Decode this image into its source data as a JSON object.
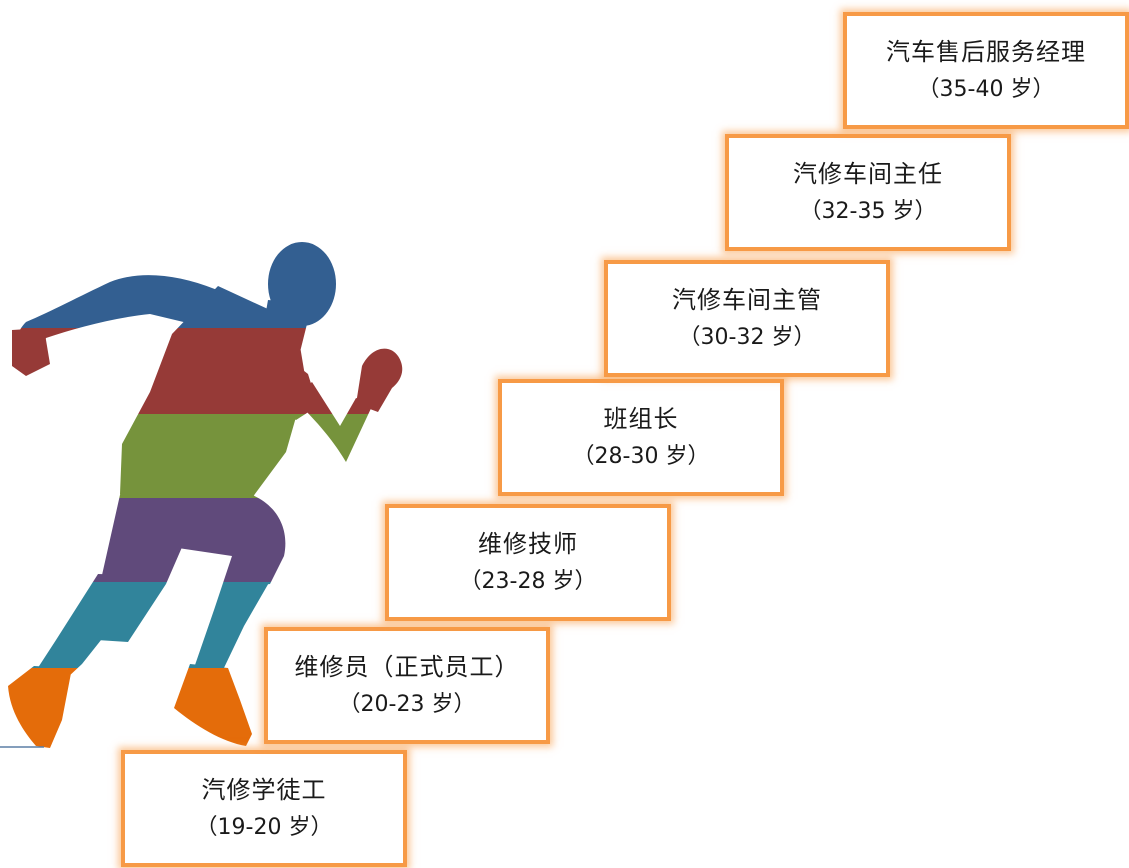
{
  "steps": [
    {
      "title": "汽修学徒工",
      "age": "（19-20 岁）"
    },
    {
      "title": "维修员（正式员工）",
      "age": "（20-23 岁）"
    },
    {
      "title": "维修技师",
      "age": "（23-28 岁）"
    },
    {
      "title": "班组长",
      "age": "（28-30 岁）"
    },
    {
      "title": "汽修车间主管",
      "age": "（30-32 岁）"
    },
    {
      "title": "汽修车间主任",
      "age": "（32-35 岁）"
    },
    {
      "title": "汽车售后服务经理",
      "age": "（35-40 岁）"
    }
  ],
  "colors": {
    "step_border": "#f79a46",
    "runner_bands": [
      "#335f91",
      "#963a37",
      "#76933c",
      "#604a7b",
      "#31849b",
      "#e46c0a"
    ]
  },
  "icons": {
    "runner": "running-man-silhouette"
  }
}
